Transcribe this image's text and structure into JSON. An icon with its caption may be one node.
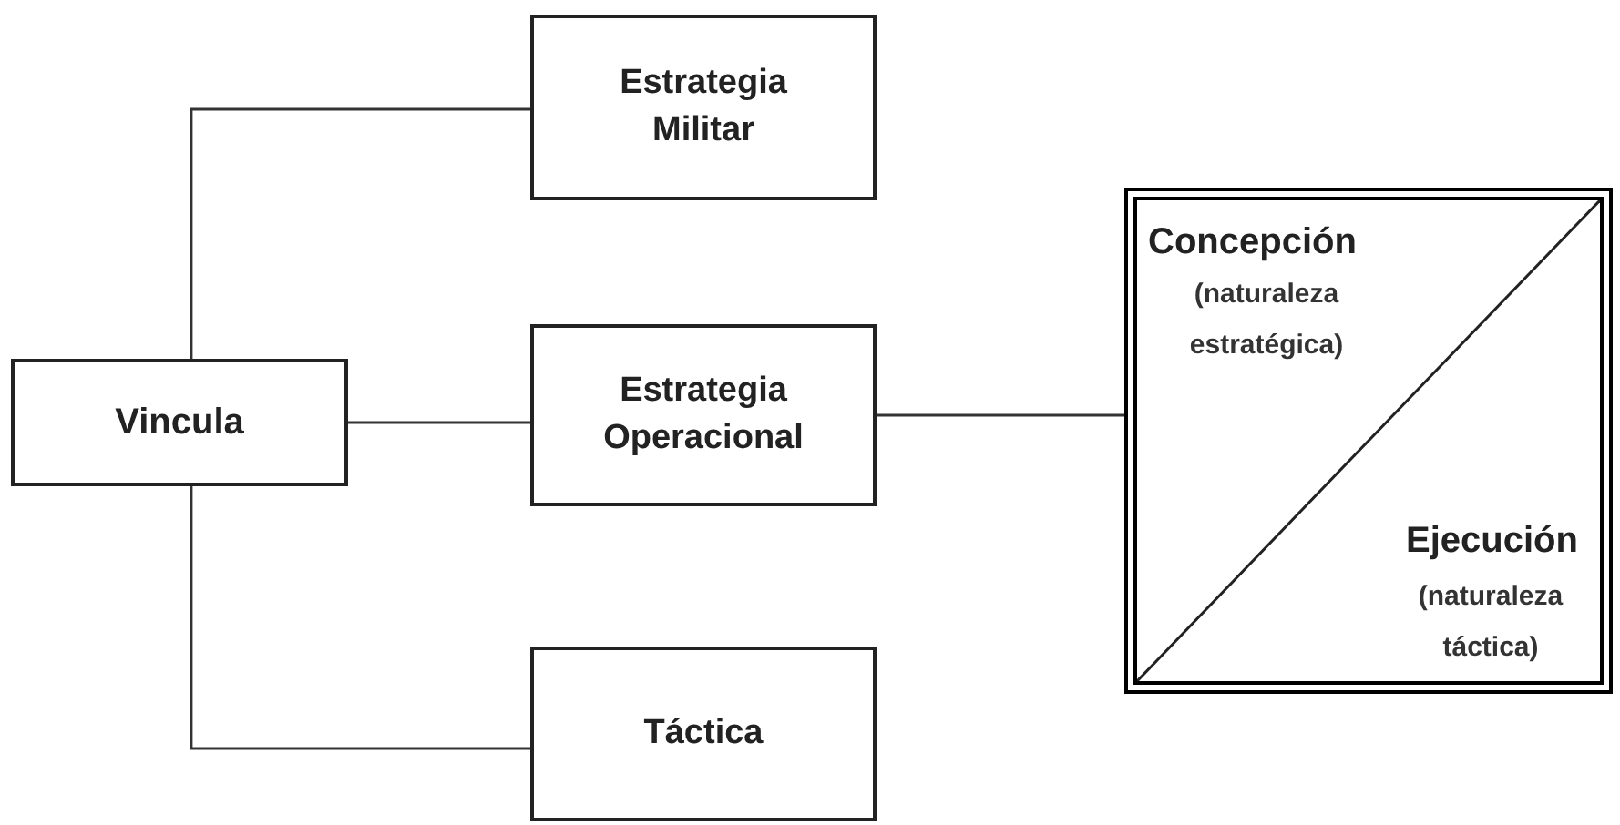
{
  "diagram": {
    "nodes": [
      {
        "text": [
          "Vincula"
        ]
      },
      {
        "text": [
          "Estrategia Militar"
        ]
      },
      {
        "text": [
          "Estrategia Operacional"
        ]
      },
      {
        "text": [
          "Táctica"
        ]
      },
      {
        "text": [
          "Concepción",
          "(naturaleza estratégica)",
          "Ejecución",
          "(naturaleza táctica)"
        ]
      }
    ],
    "edges": [
      {
        "from": 0,
        "to": 1,
        "arrow": "none"
      },
      {
        "from": 0,
        "to": 2,
        "arrow": "none"
      },
      {
        "from": 0,
        "to": 3,
        "arrow": "none"
      },
      {
        "from": 2,
        "to": 4,
        "arrow": "none"
      }
    ]
  }
}
